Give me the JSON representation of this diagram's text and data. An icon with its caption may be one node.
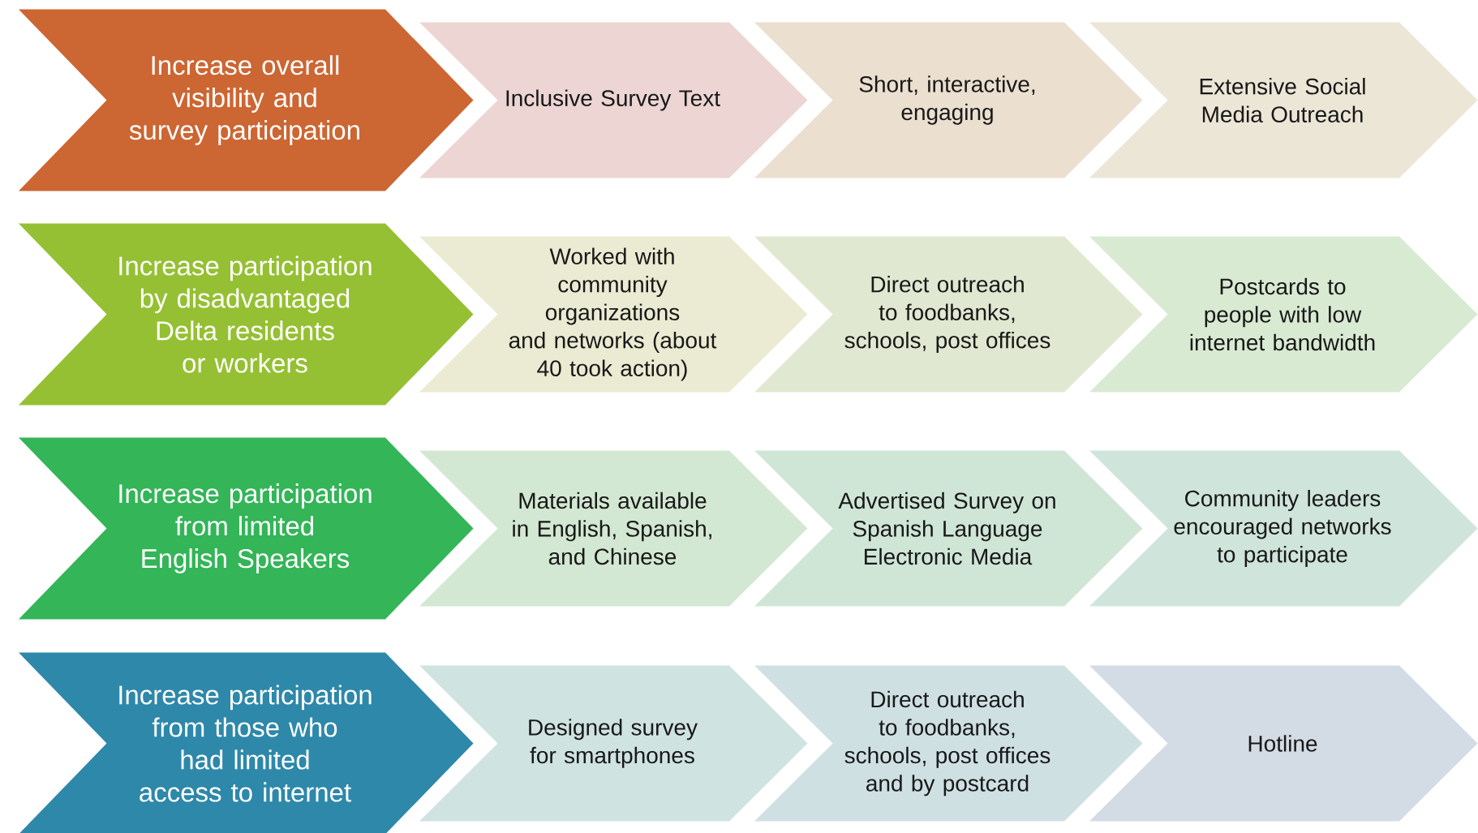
{
  "diagram": {
    "nodes": [
      {
        "text": [
          "Increase overall visibility and survey participation"
        ]
      },
      {
        "text": [
          "Inclusive Survey Text"
        ]
      },
      {
        "text": [
          "Short, interactive, engaging"
        ]
      },
      {
        "text": [
          "Extensive Social Media Outreach"
        ]
      },
      {
        "text": [
          "Increase participation by disadvantaged Delta residents or workers"
        ]
      },
      {
        "text": [
          "Worked with community organizations and networks (about 40 took action)"
        ]
      },
      {
        "text": [
          "Direct outreach to foodbanks, schools, post offices"
        ]
      },
      {
        "text": [
          "Postcards to people with low internet bandwidth"
        ]
      },
      {
        "text": [
          "Increase participation from limited English Speakers"
        ]
      },
      {
        "text": [
          "Materials available in English, Spanish, and Chinese"
        ]
      },
      {
        "text": [
          "Advertised Survey on Spanish Language Electronic Media"
        ]
      },
      {
        "text": [
          "Community leaders encouraged networks to participate"
        ]
      },
      {
        "text": [
          "Increase participation from those who had limited access to internet"
        ]
      },
      {
        "text": [
          "Designed survey for smartphones"
        ]
      },
      {
        "text": [
          "Direct outreach to foodbanks, schools, post offices and by postcard"
        ]
      },
      {
        "text": [
          "Hotline"
        ]
      }
    ]
  }
}
